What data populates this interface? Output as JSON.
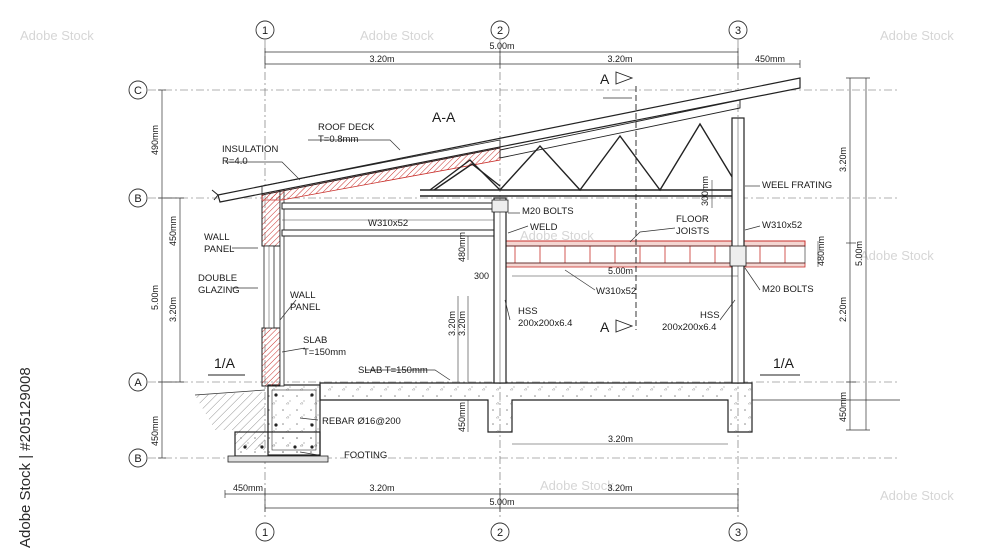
{
  "grid": {
    "columns": [
      "1",
      "2",
      "3"
    ],
    "rows_top": [
      "C",
      "B"
    ],
    "rows_bottom": [
      "A",
      "B"
    ]
  },
  "dimensions": {
    "top_total": "5.00m",
    "top_span_1": "3.20m",
    "top_span_2": "3.20m",
    "top_overhang": "450mm",
    "bottom_total": "5.00m",
    "bottom_span_1": "3.20m",
    "bottom_span_2": "3.20m",
    "bottom_overhang": "450mm",
    "left_490": "490mm",
    "left_450_upper": "450mm",
    "left_5m": "5.00m",
    "left_320": "3.20m",
    "left_450_lower": "450mm",
    "right_320": "3.20m",
    "right_5m": "5.00m",
    "right_220": "2.20m",
    "right_450": "450mm",
    "beam_480_left": "480mm",
    "beam_480_right": "480mm",
    "col_320_a": "3.20m",
    "col_320_b": "3.20m",
    "slab_450": "450mm",
    "joist_span": "5.00m",
    "foundation_span": "3.20m",
    "truss_300": "300mm",
    "small_300": "300"
  },
  "labels": {
    "section_title": "A-A",
    "section_mark_top": "A",
    "section_mark_mid": "A",
    "cut_left": "1/A",
    "cut_right": "1/A",
    "roof_deck_1": "ROOF DECK",
    "roof_deck_2": "T=0.8mm",
    "insulation_1": "INSULATION",
    "insulation_2": "R=4.0",
    "wall_panel_top_1": "WALL",
    "wall_panel_top_2": "PANEL",
    "double_glazing_1": "DOUBLE",
    "double_glazing_2": "GLAZING",
    "wall_panel_mid_1": "WALL",
    "wall_panel_mid_2": "PANEL",
    "slab_1": "SLAB",
    "slab_2": "T=150mm",
    "slab_floor": "SLAB T=150mm",
    "rebar": "REBAR Ø16@200",
    "footing": "FOOTING",
    "beam_main": "W310x52",
    "m20_bolts_top": "M20 BOLTS",
    "weld": "WELD",
    "floor_joists_1": "FLOOR",
    "floor_joists_2": "JOISTS",
    "beam_right": "W310x52",
    "beam_lower": "W310x52",
    "weel_framing": "WEEL FRATING",
    "m20_bolts_right": "M20 BOLTS",
    "hss_left_1": "HSS",
    "hss_left_2": "200x200x6.4",
    "hss_right_1": "HSS",
    "hss_right_2": "200x200x6.4"
  },
  "watermark": {
    "side_text": "Adobe Stock | #205129008",
    "logo_text": "Adobe Stock"
  },
  "colors": {
    "line": "#1a1a1a",
    "steel": "#2a2a2a",
    "insulation": "#c9302c",
    "insulation_fill": "#f4d6d2",
    "concrete": "#8a8a8a",
    "grid": "#555555"
  }
}
